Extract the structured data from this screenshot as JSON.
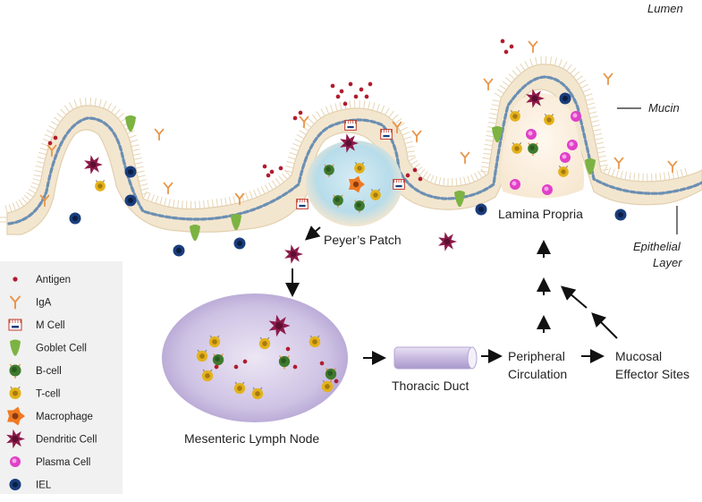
{
  "labels": {
    "lumen": "Lumen",
    "mucin": "Mucin",
    "epithelial_line1": "Epithelial",
    "epithelial_line2": "Layer",
    "lamina_propria": "Lamina Propria",
    "peyers_patch": "Peyer’s Patch",
    "mesenteric_lymph_node": "Mesenteric Lymph Node",
    "thoracic_duct": "Thoracic Duct",
    "peripheral_line1": "Peripheral",
    "peripheral_line2": "Circulation",
    "mucosal_line1": "Mucosal",
    "mucosal_line2": "Effector Sites"
  },
  "legend": {
    "items": [
      {
        "label": "Antigen",
        "icon": "antigen-icon"
      },
      {
        "label": "IgA",
        "icon": "iga-icon"
      },
      {
        "label": "M Cell",
        "icon": "m-cell-icon"
      },
      {
        "label": "Goblet Cell",
        "icon": "goblet-cell-icon"
      },
      {
        "label": "B-cell",
        "icon": "b-cell-icon"
      },
      {
        "label": "T-cell",
        "icon": "t-cell-icon"
      },
      {
        "label": "Macrophage",
        "icon": "macrophage-icon"
      },
      {
        "label": "Dendritic Cell",
        "icon": "dendritic-cell-icon"
      },
      {
        "label": "Plasma Cell",
        "icon": "plasma-cell-icon"
      },
      {
        "label": "IEL",
        "icon": "iel-icon"
      }
    ]
  },
  "colors": {
    "epithelium": "#f3e6cf",
    "epithelium_edge": "#e2cfae",
    "nucleus": "#6b8fb3",
    "antigen": "#b01c2e",
    "iga": "#e8964a",
    "goblet": "#7cb342",
    "b_cell": "#3f7a2e",
    "t_cell": "#e3b21b",
    "macrophage": "#f07a22",
    "dendritic": "#8e1b4b",
    "plasma": "#e040c8",
    "iel": "#1a3d7c",
    "lymph_node": "#c9bde0",
    "legend_bg": "#f1f1f1"
  }
}
